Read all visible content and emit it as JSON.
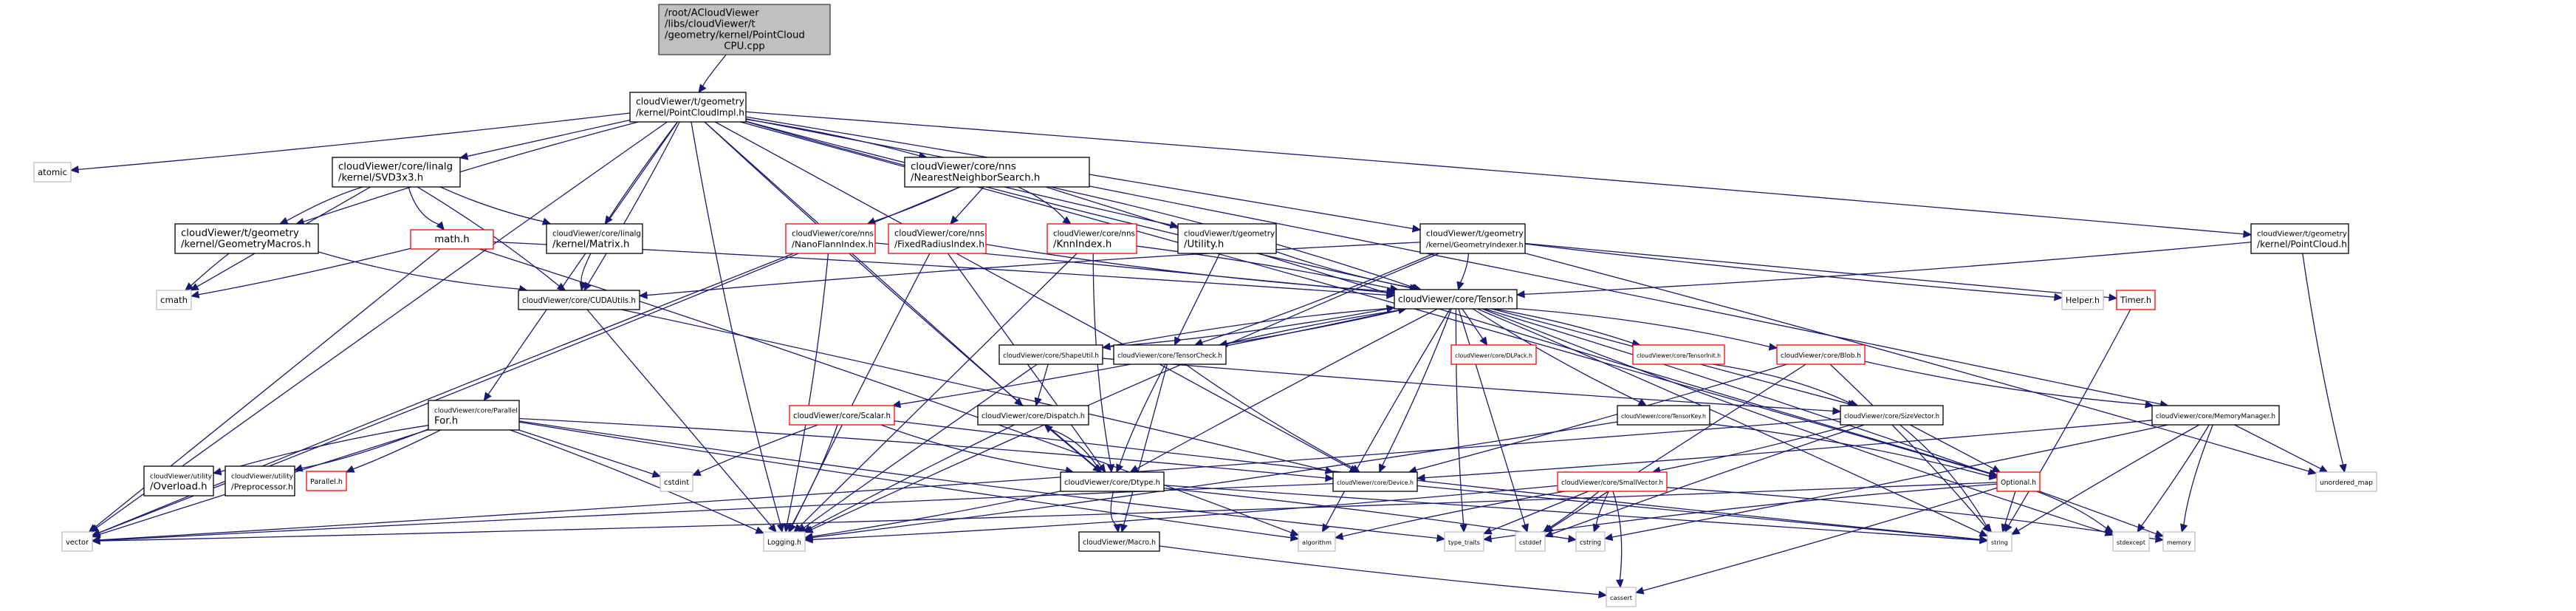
{
  "diagram": {
    "type": "include-dependency-graph",
    "colors": {
      "edge": "#191970",
      "root_fill": "#bfbfbf",
      "normal_border": "#000000",
      "truncated_border": "#ff0000",
      "system_border": "#bfbfbf"
    },
    "nodes": [
      {
        "id": "root",
        "kind": "root",
        "lines": [
          "/root/ACloudViewer",
          "/libs/cloudViewer/t",
          "/geometry/kernel/PointCloud",
          "CPU.cpp"
        ]
      },
      {
        "id": "pcimpl",
        "kind": "normal",
        "lines": [
          "cloudViewer/t/geometry",
          "/kernel/PointCloudImpl.h"
        ]
      },
      {
        "id": "atomic",
        "kind": "system",
        "lines": [
          "atomic"
        ]
      },
      {
        "id": "svd",
        "kind": "normal",
        "lines": [
          "cloudViewer/core/linalg",
          "/kernel/SVD3x3.h"
        ]
      },
      {
        "id": "nns",
        "kind": "normal",
        "lines": [
          "cloudViewer/core/nns",
          "/NearestNeighborSearch.h"
        ]
      },
      {
        "id": "geommacros",
        "kind": "normal",
        "lines": [
          "cloudViewer/t/geometry",
          "/kernel/GeometryMacros.h"
        ]
      },
      {
        "id": "math",
        "kind": "truncated",
        "lines": [
          "math.h"
        ]
      },
      {
        "id": "matrix",
        "kind": "normal",
        "lines": [
          "cloudViewer/core/linalg",
          "/kernel/Matrix.h"
        ]
      },
      {
        "id": "nanoflann",
        "kind": "truncated",
        "lines": [
          "cloudViewer/core/nns",
          "/NanoFlannIndex.h"
        ]
      },
      {
        "id": "fixedradius",
        "kind": "truncated",
        "lines": [
          "cloudViewer/core/nns",
          "/FixedRadiusIndex.h"
        ]
      },
      {
        "id": "knn",
        "kind": "truncated",
        "lines": [
          "cloudViewer/core/nns",
          "/KnnIndex.h"
        ]
      },
      {
        "id": "utility",
        "kind": "normal",
        "lines": [
          "cloudViewer/t/geometry",
          "/Utility.h"
        ]
      },
      {
        "id": "indexer",
        "kind": "normal",
        "lines": [
          "cloudViewer/t/geometry",
          "/kernel/GeometryIndexer.h"
        ]
      },
      {
        "id": "pointcloud",
        "kind": "normal",
        "lines": [
          "cloudViewer/t/geometry",
          "/kernel/PointCloud.h"
        ]
      },
      {
        "id": "cmath",
        "kind": "system",
        "lines": [
          "cmath"
        ]
      },
      {
        "id": "cudautils",
        "kind": "normal",
        "lines": [
          "cloudViewer/core/CUDAUtils.h"
        ]
      },
      {
        "id": "tensor",
        "kind": "normal",
        "lines": [
          "cloudViewer/core/Tensor.h"
        ]
      },
      {
        "id": "helper",
        "kind": "system",
        "lines": [
          "Helper.h"
        ]
      },
      {
        "id": "timer",
        "kind": "truncated",
        "lines": [
          "Timer.h"
        ]
      },
      {
        "id": "shapeutil",
        "kind": "normal",
        "lines": [
          "cloudViewer/core/ShapeUtil.h"
        ]
      },
      {
        "id": "tensorcheck",
        "kind": "normal",
        "lines": [
          "cloudViewer/core/TensorCheck.h"
        ]
      },
      {
        "id": "dlpack",
        "kind": "truncated",
        "lines": [
          "cloudViewer/core/DLPack.h"
        ]
      },
      {
        "id": "tensorinit",
        "kind": "truncated",
        "lines": [
          "cloudViewer/core/TensorInit.h"
        ]
      },
      {
        "id": "blob",
        "kind": "truncated",
        "lines": [
          "cloudViewer/core/Blob.h"
        ]
      },
      {
        "id": "parallelfor",
        "kind": "normal",
        "lines": [
          "cloudViewer/core/Parallel",
          "For.h"
        ]
      },
      {
        "id": "scalar",
        "kind": "truncated",
        "lines": [
          "cloudViewer/core/Scalar.h"
        ]
      },
      {
        "id": "dispatch",
        "kind": "normal",
        "lines": [
          "cloudViewer/core/Dispatch.h"
        ]
      },
      {
        "id": "tensorkey",
        "kind": "normal",
        "lines": [
          "cloudViewer/core/TensorKey.h"
        ]
      },
      {
        "id": "sizevector",
        "kind": "normal",
        "lines": [
          "cloudViewer/core/SizeVector.h"
        ]
      },
      {
        "id": "memmgr",
        "kind": "normal",
        "lines": [
          "cloudViewer/core/MemoryManager.h"
        ]
      },
      {
        "id": "overload",
        "kind": "normal",
        "lines": [
          "cloudViewer/utility",
          "/Overload.h"
        ]
      },
      {
        "id": "preprocessor",
        "kind": "normal",
        "lines": [
          "cloudViewer/utility",
          "/Preprocessor.h"
        ]
      },
      {
        "id": "parallel",
        "kind": "truncated",
        "lines": [
          "Parallel.h"
        ]
      },
      {
        "id": "cstdint",
        "kind": "system",
        "lines": [
          "cstdint"
        ]
      },
      {
        "id": "dtype",
        "kind": "normal",
        "lines": [
          "cloudViewer/core/Dtype.h"
        ]
      },
      {
        "id": "device",
        "kind": "normal",
        "lines": [
          "cloudViewer/core/Device.h"
        ]
      },
      {
        "id": "smallvector",
        "kind": "truncated",
        "lines": [
          "cloudViewer/core/SmallVector.h"
        ]
      },
      {
        "id": "optional",
        "kind": "truncated",
        "lines": [
          "Optional.h"
        ]
      },
      {
        "id": "unorderedmap",
        "kind": "system",
        "lines": [
          "unordered_map"
        ]
      },
      {
        "id": "vector",
        "kind": "system",
        "lines": [
          "vector"
        ]
      },
      {
        "id": "logging",
        "kind": "system",
        "lines": [
          "Logging.h"
        ]
      },
      {
        "id": "macro",
        "kind": "normal",
        "lines": [
          "cloudViewer/Macro.h"
        ]
      },
      {
        "id": "algorithm",
        "kind": "system",
        "lines": [
          "algorithm"
        ]
      },
      {
        "id": "typetraits",
        "kind": "system",
        "lines": [
          "type_traits"
        ]
      },
      {
        "id": "cstddef",
        "kind": "system",
        "lines": [
          "cstddef"
        ]
      },
      {
        "id": "cstring",
        "kind": "system",
        "lines": [
          "cstring"
        ]
      },
      {
        "id": "string",
        "kind": "system",
        "lines": [
          "string"
        ]
      },
      {
        "id": "stdexcept",
        "kind": "system",
        "lines": [
          "stdexcept"
        ]
      },
      {
        "id": "memory",
        "kind": "system",
        "lines": [
          "memory"
        ]
      },
      {
        "id": "cassert",
        "kind": "system",
        "lines": [
          "cassert"
        ]
      }
    ],
    "edges": [
      [
        "root",
        "pcimpl"
      ],
      [
        "pcimpl",
        "atomic"
      ],
      [
        "pcimpl",
        "svd"
      ],
      [
        "pcimpl",
        "nns"
      ],
      [
        "pcimpl",
        "geommacros"
      ],
      [
        "pcimpl",
        "matrix"
      ],
      [
        "pcimpl",
        "utility"
      ],
      [
        "pcimpl",
        "indexer"
      ],
      [
        "pcimpl",
        "pointcloud"
      ],
      [
        "pcimpl",
        "cudautils"
      ],
      [
        "pcimpl",
        "tensor"
      ],
      [
        "pcimpl",
        "parallelfor"
      ],
      [
        "pcimpl",
        "dispatch"
      ],
      [
        "pcimpl",
        "memmgr"
      ],
      [
        "pcimpl",
        "vector"
      ],
      [
        "pcimpl",
        "logging"
      ],
      [
        "pcimpl",
        "dtype"
      ],
      [
        "pcimpl",
        "device"
      ],
      [
        "pcimpl",
        "optional"
      ],
      [
        "svd",
        "geommacros"
      ],
      [
        "svd",
        "math"
      ],
      [
        "svd",
        "matrix"
      ],
      [
        "svd",
        "cmath"
      ],
      [
        "svd",
        "cudautils"
      ],
      [
        "geommacros",
        "cmath"
      ],
      [
        "geommacros",
        "cudautils"
      ],
      [
        "math",
        "cmath"
      ],
      [
        "math",
        "vector"
      ],
      [
        "math",
        "tensor"
      ],
      [
        "math",
        "algorithm"
      ],
      [
        "matrix",
        "cudautils"
      ],
      [
        "nns",
        "nanoflann"
      ],
      [
        "nns",
        "fixedradius"
      ],
      [
        "nns",
        "knn"
      ],
      [
        "nns",
        "tensor"
      ],
      [
        "nns",
        "vector"
      ],
      [
        "nns",
        "optional"
      ],
      [
        "nanoflann",
        "tensor"
      ],
      [
        "nanoflann",
        "vector"
      ],
      [
        "nanoflann",
        "logging"
      ],
      [
        "fixedradius",
        "tensor"
      ],
      [
        "fixedradius",
        "logging"
      ],
      [
        "fixedradius",
        "dtype"
      ],
      [
        "knn",
        "tensor"
      ],
      [
        "knn",
        "logging"
      ],
      [
        "knn",
        "dtype"
      ],
      [
        "utility",
        "tensor"
      ],
      [
        "utility",
        "tensorcheck"
      ],
      [
        "indexer",
        "tensor"
      ],
      [
        "indexer",
        "cudautils"
      ],
      [
        "indexer",
        "tensorcheck"
      ],
      [
        "indexer",
        "helper"
      ],
      [
        "indexer",
        "timer"
      ],
      [
        "indexer",
        "unorderedmap"
      ],
      [
        "indexer",
        "logging"
      ],
      [
        "pointcloud",
        "tensor"
      ],
      [
        "pointcloud",
        "unorderedmap"
      ],
      [
        "cudautils",
        "logging"
      ],
      [
        "cudautils",
        "device"
      ],
      [
        "timer",
        "string"
      ],
      [
        "tensor",
        "shapeutil"
      ],
      [
        "tensor",
        "tensorcheck"
      ],
      [
        "tensor",
        "dlpack"
      ],
      [
        "tensor",
        "tensorinit"
      ],
      [
        "tensor",
        "blob"
      ],
      [
        "tensor",
        "scalar"
      ],
      [
        "tensor",
        "tensorkey"
      ],
      [
        "tensor",
        "sizevector"
      ],
      [
        "tensor",
        "dtype"
      ],
      [
        "tensor",
        "device"
      ],
      [
        "tensor",
        "algorithm"
      ],
      [
        "tensor",
        "typetraits"
      ],
      [
        "tensor",
        "cstddef"
      ],
      [
        "tensor",
        "string"
      ],
      [
        "tensor",
        "memory"
      ],
      [
        "tensor",
        "stdexcept"
      ],
      [
        "shapeutil",
        "sizevector"
      ],
      [
        "shapeutil",
        "dispatch"
      ],
      [
        "shapeutil",
        "logging"
      ],
      [
        "shapeutil",
        "tensor"
      ],
      [
        "tensorcheck",
        "dtype"
      ],
      [
        "tensorcheck",
        "device"
      ],
      [
        "tensorcheck",
        "macro"
      ],
      [
        "tensorcheck",
        "tensor"
      ],
      [
        "tensorinit",
        "sizevector"
      ],
      [
        "blob",
        "memmgr"
      ],
      [
        "blob",
        "device"
      ],
      [
        "blob",
        "cstddef"
      ],
      [
        "blob",
        "string"
      ],
      [
        "parallelfor",
        "overload"
      ],
      [
        "parallelfor",
        "preprocessor"
      ],
      [
        "parallelfor",
        "parallel"
      ],
      [
        "parallelfor",
        "cstdint"
      ],
      [
        "parallelfor",
        "logging"
      ],
      [
        "parallelfor",
        "device"
      ],
      [
        "parallelfor",
        "typetraits"
      ],
      [
        "parallelfor",
        "algorithm"
      ],
      [
        "parallelfor",
        "vector"
      ],
      [
        "scalar",
        "cstdint"
      ],
      [
        "scalar",
        "logging"
      ],
      [
        "scalar",
        "dtype"
      ],
      [
        "scalar",
        "string"
      ],
      [
        "dispatch",
        "dtype"
      ],
      [
        "dispatch",
        "logging"
      ],
      [
        "dtype",
        "dispatch"
      ],
      [
        "dtype",
        "macro"
      ],
      [
        "dtype",
        "logging"
      ],
      [
        "dtype",
        "string"
      ],
      [
        "dtype",
        "cstring"
      ],
      [
        "tensorkey",
        "optional"
      ],
      [
        "tensorkey",
        "logging"
      ],
      [
        "sizevector",
        "smallvector"
      ],
      [
        "sizevector",
        "optional"
      ],
      [
        "sizevector",
        "cstddef"
      ],
      [
        "sizevector",
        "string"
      ],
      [
        "sizevector",
        "vector"
      ],
      [
        "memmgr",
        "device"
      ],
      [
        "memmgr",
        "unorderedmap"
      ],
      [
        "memmgr",
        "string"
      ],
      [
        "memmgr",
        "stdexcept"
      ],
      [
        "memmgr",
        "memory"
      ],
      [
        "memmgr",
        "cstring"
      ],
      [
        "device",
        "string"
      ],
      [
        "device",
        "vector"
      ],
      [
        "smallvector",
        "cassert"
      ],
      [
        "smallvector",
        "cstddef"
      ],
      [
        "smallvector",
        "cstring"
      ],
      [
        "smallvector",
        "typetraits"
      ],
      [
        "smallvector",
        "algorithm"
      ],
      [
        "smallvector",
        "memory"
      ],
      [
        "smallvector",
        "logging"
      ],
      [
        "optional",
        "cassert"
      ],
      [
        "optional",
        "string"
      ],
      [
        "optional",
        "stdexcept"
      ],
      [
        "optional",
        "typetraits"
      ],
      [
        "optional",
        "vector"
      ],
      [
        "macro",
        "cassert"
      ]
    ]
  }
}
